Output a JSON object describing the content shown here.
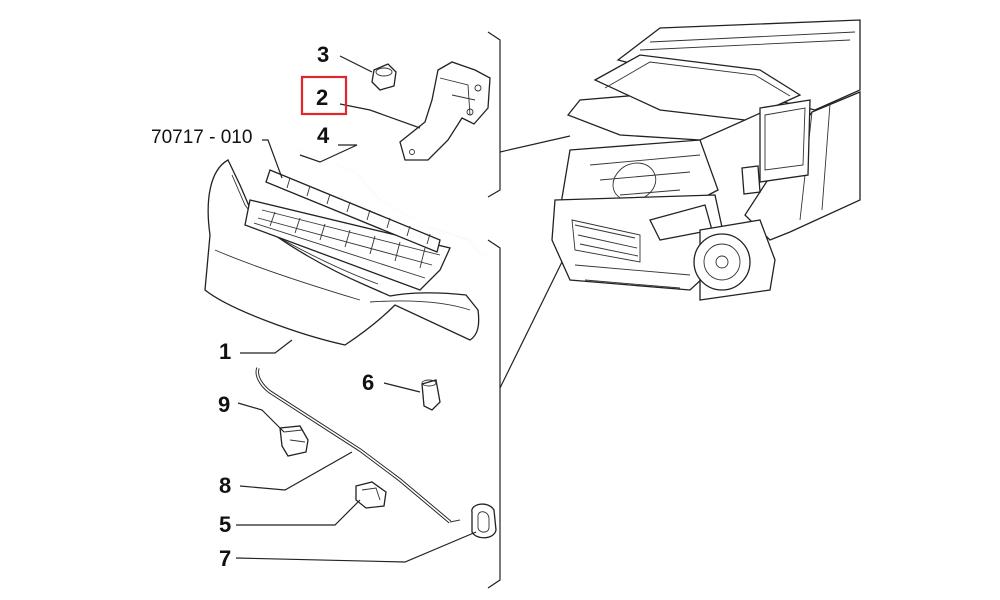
{
  "diagram": {
    "group_code": "70717 - 010",
    "callouts": [
      {
        "id": "3",
        "label": "3",
        "highlighted": false
      },
      {
        "id": "2",
        "label": "2",
        "highlighted": true
      },
      {
        "id": "4",
        "label": "4",
        "highlighted": false
      },
      {
        "id": "1",
        "label": "1",
        "highlighted": false
      },
      {
        "id": "6",
        "label": "6",
        "highlighted": false
      },
      {
        "id": "9",
        "label": "9",
        "highlighted": false
      },
      {
        "id": "8",
        "label": "8",
        "highlighted": false
      },
      {
        "id": "5",
        "label": "5",
        "highlighted": false
      },
      {
        "id": "7",
        "label": "7",
        "highlighted": false
      }
    ],
    "highlight_color": "#e0262b",
    "line_color": "#222222"
  }
}
